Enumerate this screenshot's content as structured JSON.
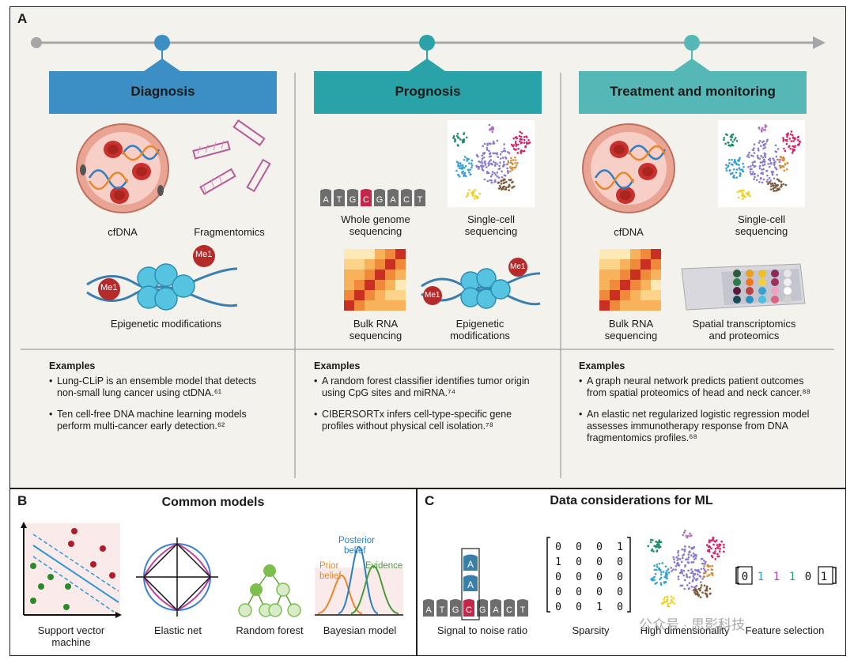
{
  "panelA": {
    "letter": "A",
    "stages": [
      {
        "title": "Diagnosis",
        "color": "#3b8fc4"
      },
      {
        "title": "Prognosis",
        "color": "#2aa3a8"
      },
      {
        "title": "Treatment and monitoring",
        "color": "#55b8b6"
      }
    ],
    "diagnosis_labels": {
      "cfdna": "cfDNA",
      "fragmentomics": "Fragmentomics",
      "epigenetic": "Epigenetic modifications",
      "me1": "Me1"
    },
    "prognosis_labels": {
      "wgs_line1": "Whole genome",
      "wgs_line2": "sequencing",
      "sc_line1": "Single-cell",
      "sc_line2": "sequencing",
      "bulk_line1": "Bulk RNA",
      "bulk_line2": "sequencing",
      "epi_line1": "Epigenetic",
      "epi_line2": "modifications",
      "me1": "Me1"
    },
    "treatment_labels": {
      "cfdna": "cfDNA",
      "sc_line1": "Single-cell",
      "sc_line2": "sequencing",
      "bulk_line1": "Bulk RNA",
      "bulk_line2": "sequencing",
      "spatial_line1": "Spatial transcriptomics",
      "spatial_line2": "and proteomics"
    },
    "dna_letters": [
      "A",
      "T",
      "G",
      "C",
      "G",
      "A",
      "C",
      "T"
    ],
    "examples_heading": "Examples",
    "examples": [
      [
        "Lung-CLiP is an ensemble model that detects non-small lung cancer using ctDNA.⁶¹",
        "Ten cell-free DNA machine learning models perform multi-cancer early detection.⁶²"
      ],
      [
        "A random forest classifier identifies tumor origin using CpG sites and miRNA.⁷⁴",
        "CIBERSORTx infers cell-type-specific gene profiles without physical cell isolation.⁷⁸"
      ],
      [
        "A graph neural network predicts patient outcomes from spatial proteomics of head and neck cancer.⁸⁸",
        "An elastic net regularized logistic regression model assesses immunotherapy response from DNA fragmentomics profiles.⁶⁸"
      ]
    ]
  },
  "panelB": {
    "letter": "B",
    "title": "Common models",
    "models": [
      "Support vector machine",
      "Elastic net",
      "Random forest",
      "Bayesian model"
    ],
    "svm_line1": "Support vector",
    "svm_line2": "machine",
    "bayes_labels": {
      "posterior1": "Posterior",
      "posterior2": "belief",
      "prior1": "Prior",
      "prior2": "belief",
      "evidence": "Evidence"
    },
    "colors": {
      "posterior": "#2b7fc4",
      "prior": "#e8862a",
      "evidence": "#4a9a3a"
    }
  },
  "panelC": {
    "letter": "C",
    "title": "Data considerations for ML",
    "labels": {
      "snr": "Signal to noise ratio",
      "sparsity": "Sparsity",
      "highdim": "High dimensionality",
      "feature": "Feature selection"
    },
    "dna_letters": [
      "A",
      "T",
      "G",
      "C",
      "G",
      "A",
      "C",
      "T"
    ],
    "stack_letters": [
      "A",
      "A"
    ],
    "sparsity_matrix": [
      [
        0,
        0,
        0,
        1
      ],
      [
        1,
        0,
        0,
        0
      ],
      [
        0,
        0,
        0,
        0
      ],
      [
        0,
        0,
        0,
        0
      ],
      [
        0,
        0,
        1,
        0
      ]
    ],
    "feature_vector": [
      "0",
      "1",
      "1",
      "1",
      "0",
      "1"
    ]
  },
  "watermark": "公众号 · 思影科技"
}
